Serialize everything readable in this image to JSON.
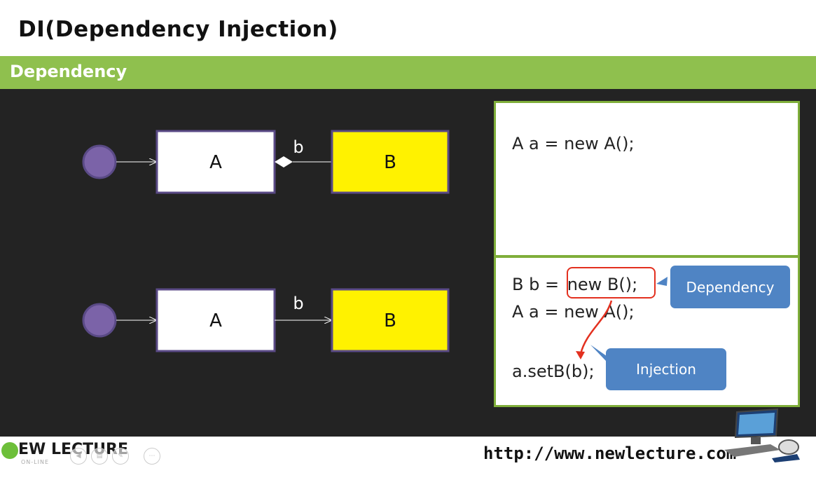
{
  "slide": {
    "title": "DI(Dependency Injection)",
    "section": "Dependency"
  },
  "diagram": {
    "top": {
      "box_a": "A",
      "box_b": "B",
      "edge_label": "b"
    },
    "bottom": {
      "box_a": "A",
      "box_b": "B",
      "edge_label": "b"
    }
  },
  "code": {
    "top_panel": [
      "A a = new A();"
    ],
    "bottom_panel": {
      "line1_prefix": "B b = ",
      "line1_highlight": "new B();",
      "line2": "A a = new A();",
      "line3": "a.setB(b);"
    }
  },
  "callouts": {
    "dependency": "Dependency",
    "injection": "Injection"
  },
  "footer": {
    "logo": "EW LECTURE",
    "logo_sub": "ON-LINE",
    "url": "http://www.newlecture.com"
  },
  "colors": {
    "section_bar": "#8fc04e",
    "stage_bg": "#232323",
    "box_b_fill": "#fff200",
    "node_fill": "#7b63a8",
    "callout_fill": "#4f84c4",
    "highlight_border": "#e3301f",
    "panel_border": "#7fae3a"
  }
}
